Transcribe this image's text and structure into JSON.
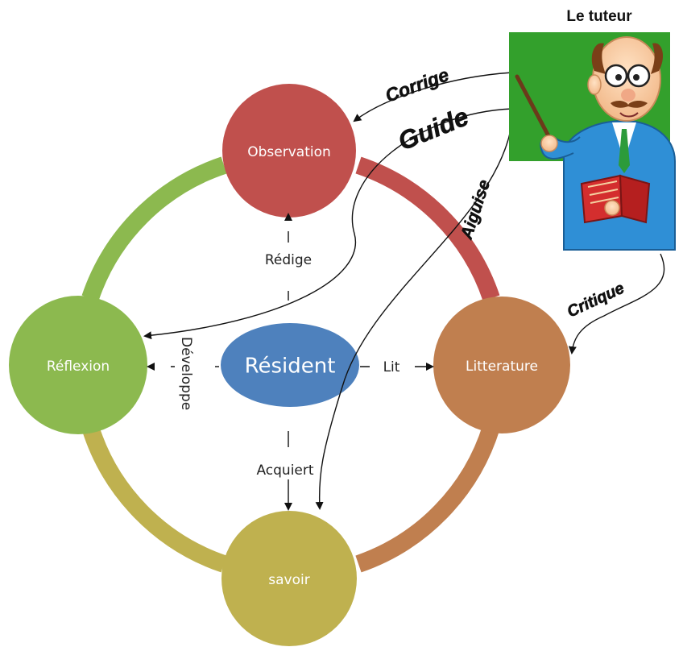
{
  "tutor": {
    "title": "Le tuteur",
    "actions": {
      "corrige": "Corrige",
      "guide": "Guide",
      "aiguise": "Aiguise",
      "critique": "Critique"
    }
  },
  "center": {
    "label": "Résident",
    "color": "#4e81bd"
  },
  "nodes": {
    "observation": {
      "label": "Observation",
      "color": "#c0504d"
    },
    "reflexion": {
      "label": "Réflexion",
      "color": "#8cb94f"
    },
    "litterature": {
      "label": "Litterature",
      "color": "#c07f4f"
    },
    "savoir": {
      "label": "savoir",
      "color": "#bfb14f"
    }
  },
  "relations": {
    "redige": "Rédige",
    "developpe": "Développe",
    "lit": "Lit",
    "acquiert": "Acquiert"
  },
  "colors": {
    "ring_top_right": "#c0504d",
    "ring_top_left": "#8cb94f",
    "ring_bottom_left": "#bfb14f",
    "ring_bottom_right": "#c07f4f",
    "tutor_background": "#33a02c"
  }
}
